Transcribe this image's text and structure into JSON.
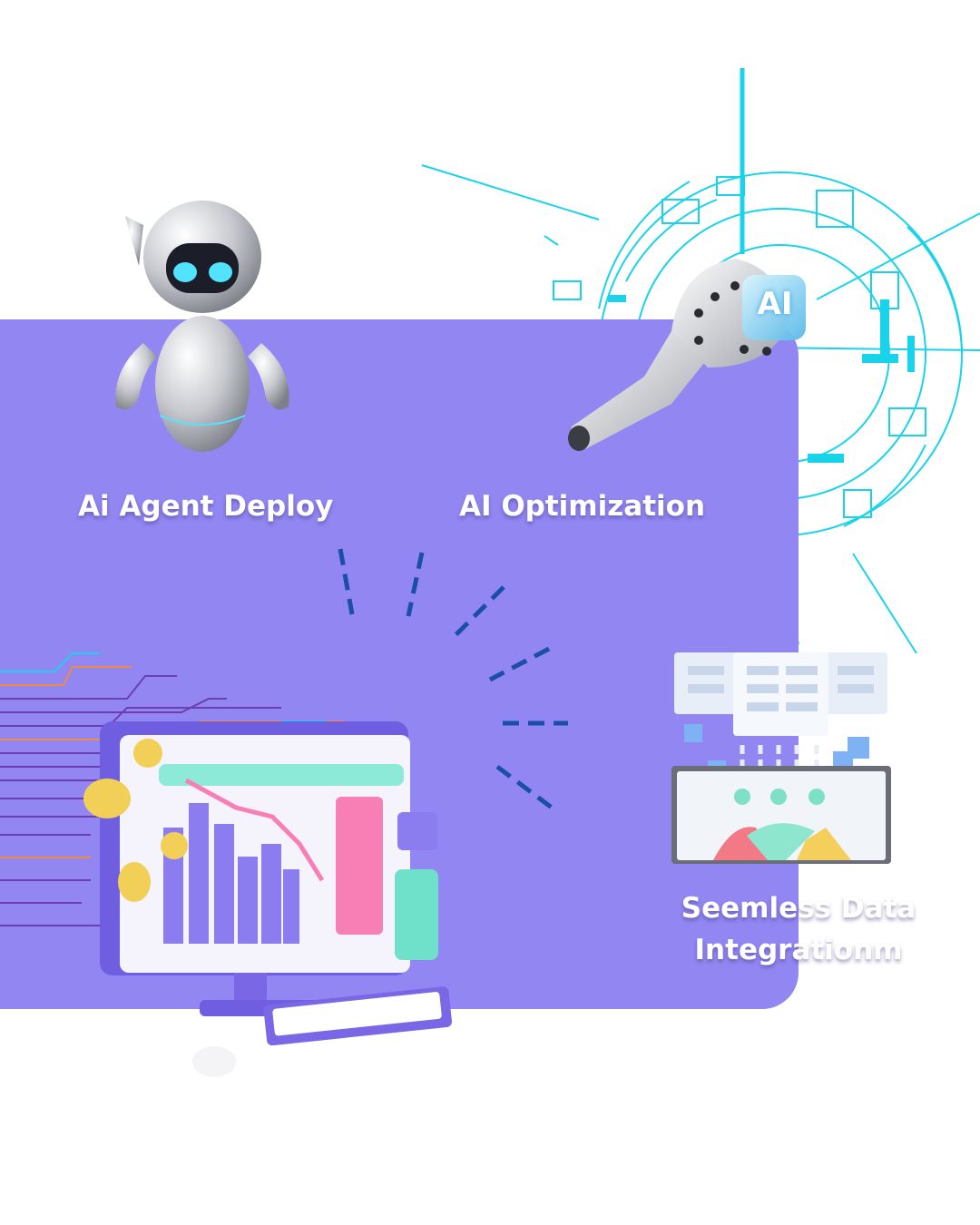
{
  "features": {
    "agent_deploy": {
      "label": "Ai Agent Deploy"
    },
    "optimization": {
      "label": "AI Optimization",
      "cube_text": "AI"
    },
    "data_integration": {
      "line1": "Seemless Data",
      "line2": "Integrationm"
    }
  },
  "colors": {
    "panel": "#9287f2",
    "circuit_cyan": "#19d3ea",
    "dash_blue": "#1a4fa8",
    "bar_purple": "#8b7cf0",
    "pink": "#f77fb6",
    "teal": "#6fe0c9",
    "coin_yellow": "#f2cf57"
  },
  "icons": {
    "robot": "robot-mascot-icon",
    "robot_hand": "robot-hand-ai-cube-icon",
    "circuit": "circuit-ring-graphic",
    "monitor": "analytics-monitor-illustration",
    "data": "data-integration-illustration"
  }
}
